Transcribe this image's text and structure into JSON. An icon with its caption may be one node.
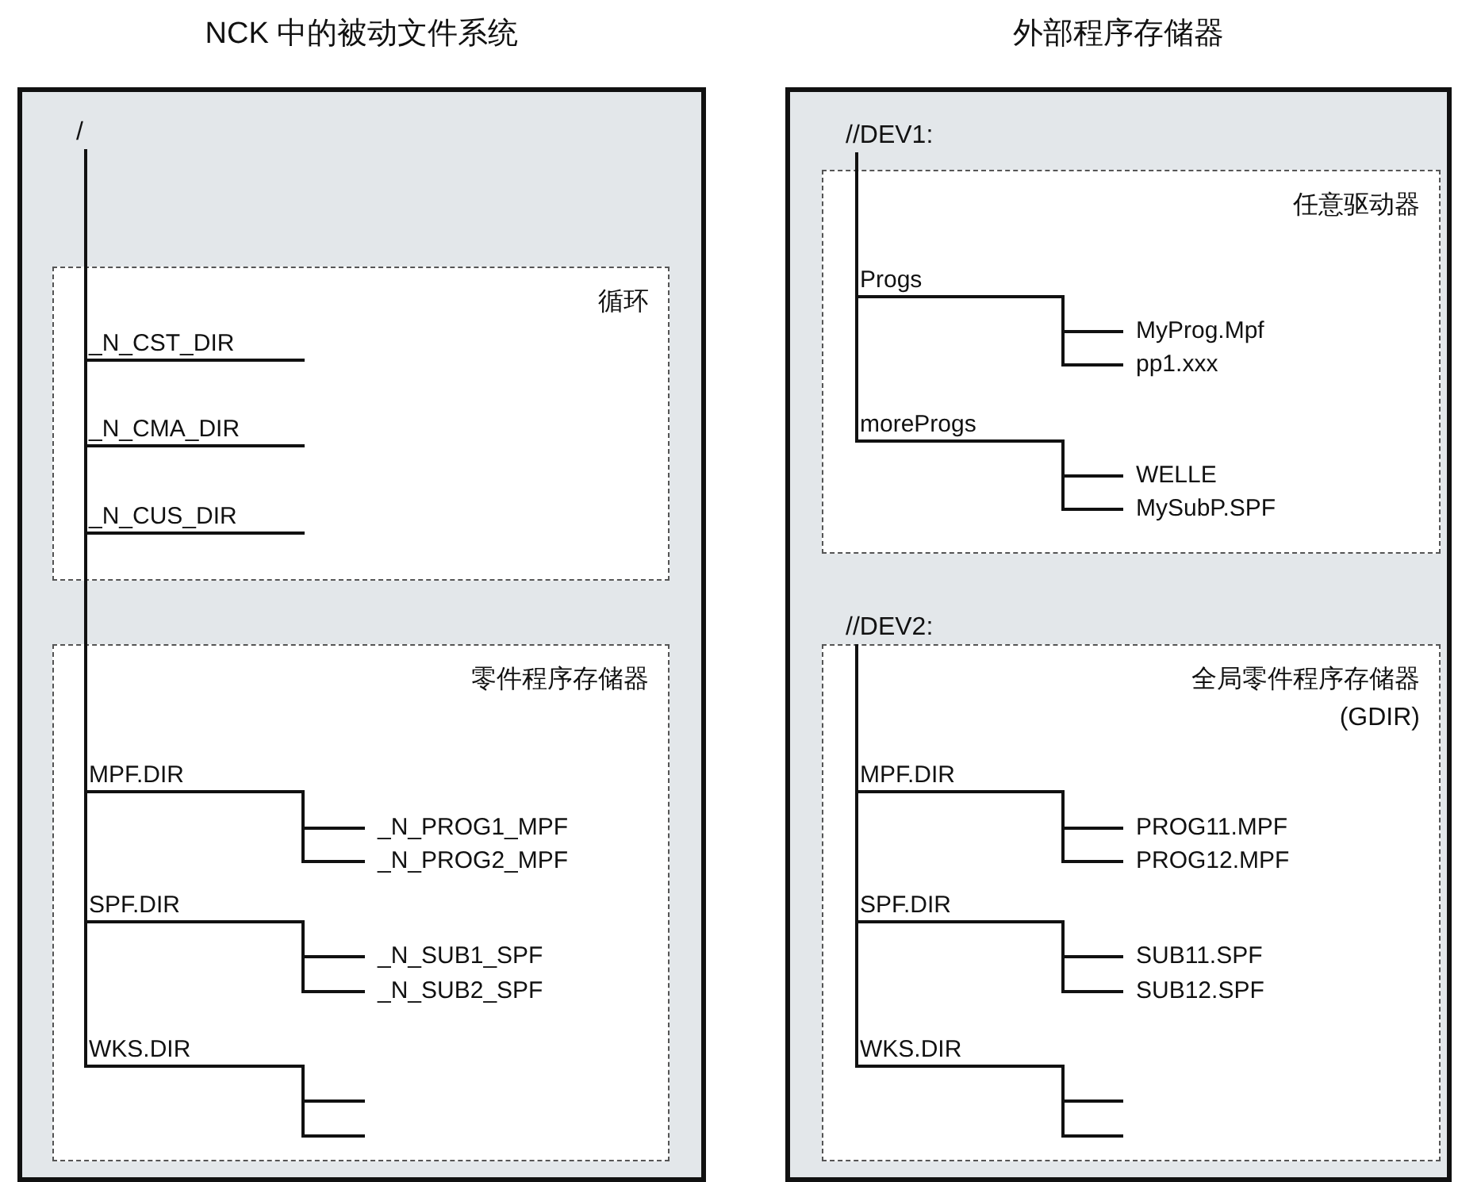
{
  "diagram": {
    "nodes": [
      {
        "text": [
          "NCK 中的被动文件系统"
        ]
      },
      {
        "text": [
          "/"
        ],
        "in": 0
      },
      {
        "text": [
          "循环"
        ],
        "in": 0
      },
      {
        "text": [
          "_N_CST_DIR"
        ],
        "in": 2
      },
      {
        "text": [
          "_N_CMA_DIR"
        ],
        "in": 2
      },
      {
        "text": [
          "_N_CUS_DIR"
        ],
        "in": 2
      },
      {
        "text": [
          "零件程序存储器"
        ],
        "in": 0
      },
      {
        "text": [
          "MPF.DIR"
        ],
        "in": 6
      },
      {
        "text": [
          "_N_PROG1_MPF"
        ],
        "in": 6
      },
      {
        "text": [
          "_N_PROG2_MPF"
        ],
        "in": 6
      },
      {
        "text": [
          "SPF.DIR"
        ],
        "in": 6
      },
      {
        "text": [
          "_N_SUB1_SPF"
        ],
        "in": 6
      },
      {
        "text": [
          "_N_SUB2_SPF"
        ],
        "in": 6
      },
      {
        "text": [
          "WKS.DIR"
        ],
        "in": 6
      },
      {
        "text": [],
        "shape": "line",
        "in": 6
      },
      {
        "text": [],
        "shape": "line",
        "in": 6
      },
      {
        "text": [
          "外部程序存储器"
        ]
      },
      {
        "text": [
          "//DEV1:"
        ],
        "in": 16
      },
      {
        "text": [
          "任意驱动器"
        ],
        "in": 16
      },
      {
        "text": [
          "Progs"
        ],
        "in": 18
      },
      {
        "text": [
          "MyProg.Mpf"
        ],
        "in": 18
      },
      {
        "text": [
          "pp1.xxx"
        ],
        "in": 18
      },
      {
        "text": [
          "moreProgs"
        ],
        "in": 18
      },
      {
        "text": [
          "WELLE"
        ],
        "in": 18
      },
      {
        "text": [
          "MySubP.SPF"
        ],
        "in": 18
      },
      {
        "text": [
          "//DEV2:"
        ],
        "in": 16
      },
      {
        "text": [
          "全局零件程序存储器 (GDIR)"
        ],
        "in": 16
      },
      {
        "text": [
          "MPF.DIR"
        ],
        "in": 26
      },
      {
        "text": [
          "PROG11.MPF"
        ],
        "in": 26
      },
      {
        "text": [
          "PROG12.MPF"
        ],
        "in": 26
      },
      {
        "text": [
          "SPF.DIR"
        ],
        "in": 26
      },
      {
        "text": [
          "SUB11.SPF"
        ],
        "in": 26
      },
      {
        "text": [
          "SUB12.SPF"
        ],
        "in": 26
      },
      {
        "text": [
          "WKS.DIR"
        ],
        "in": 26
      },
      {
        "text": [],
        "shape": "line",
        "in": 26
      },
      {
        "text": [],
        "shape": "line",
        "in": 26
      }
    ],
    "edges": [
      {
        "from": 1,
        "to": 3,
        "arrow": "none"
      },
      {
        "from": 1,
        "to": 4,
        "arrow": "none"
      },
      {
        "from": 1,
        "to": 5,
        "arrow": "none"
      },
      {
        "from": 1,
        "to": 7,
        "arrow": "none"
      },
      {
        "from": 1,
        "to": 10,
        "arrow": "none"
      },
      {
        "from": 1,
        "to": 13,
        "arrow": "none"
      },
      {
        "from": 7,
        "to": 8,
        "arrow": "none"
      },
      {
        "from": 7,
        "to": 9,
        "arrow": "none"
      },
      {
        "from": 10,
        "to": 11,
        "arrow": "none"
      },
      {
        "from": 10,
        "to": 12,
        "arrow": "none"
      },
      {
        "from": 13,
        "to": 14,
        "arrow": "none"
      },
      {
        "from": 13,
        "to": 15,
        "arrow": "none"
      },
      {
        "from": 17,
        "to": 19,
        "arrow": "none"
      },
      {
        "from": 17,
        "to": 22,
        "arrow": "none"
      },
      {
        "from": 19,
        "to": 20,
        "arrow": "none"
      },
      {
        "from": 19,
        "to": 21,
        "arrow": "none"
      },
      {
        "from": 22,
        "to": 23,
        "arrow": "none"
      },
      {
        "from": 22,
        "to": 24,
        "arrow": "none"
      },
      {
        "from": 25,
        "to": 27,
        "arrow": "none"
      },
      {
        "from": 25,
        "to": 30,
        "arrow": "none"
      },
      {
        "from": 25,
        "to": 33,
        "arrow": "none"
      },
      {
        "from": 27,
        "to": 28,
        "arrow": "none"
      },
      {
        "from": 27,
        "to": 29,
        "arrow": "none"
      },
      {
        "from": 30,
        "to": 31,
        "arrow": "none"
      },
      {
        "from": 30,
        "to": 32,
        "arrow": "none"
      },
      {
        "from": 33,
        "to": 34,
        "arrow": "none"
      },
      {
        "from": 33,
        "to": 35,
        "arrow": "none"
      }
    ]
  }
}
